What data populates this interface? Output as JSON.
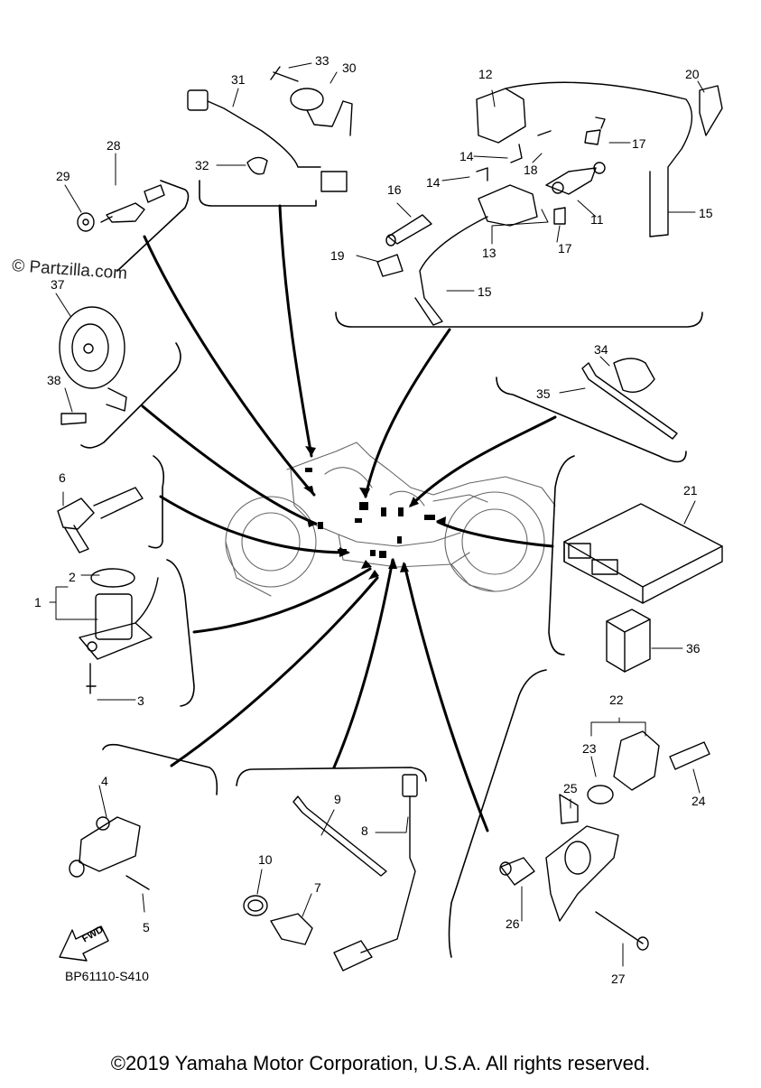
{
  "watermark": "© Partzilla.com",
  "diagram_code": "BP61110-S410",
  "fwd_label": "FWD",
  "copyright": "©2019 Yamaha Motor Corporation, U.S.A. All rights reserved.",
  "callouts": [
    "1",
    "2",
    "3",
    "4",
    "5",
    "6",
    "7",
    "8",
    "9",
    "10",
    "11",
    "12",
    "13",
    "14",
    "14",
    "15",
    "15",
    "16",
    "17",
    "17",
    "18",
    "19",
    "20",
    "21",
    "22",
    "23",
    "24",
    "25",
    "26",
    "27",
    "28",
    "29",
    "30",
    "31",
    "32",
    "33",
    "34",
    "35",
    "36",
    "37",
    "38"
  ]
}
